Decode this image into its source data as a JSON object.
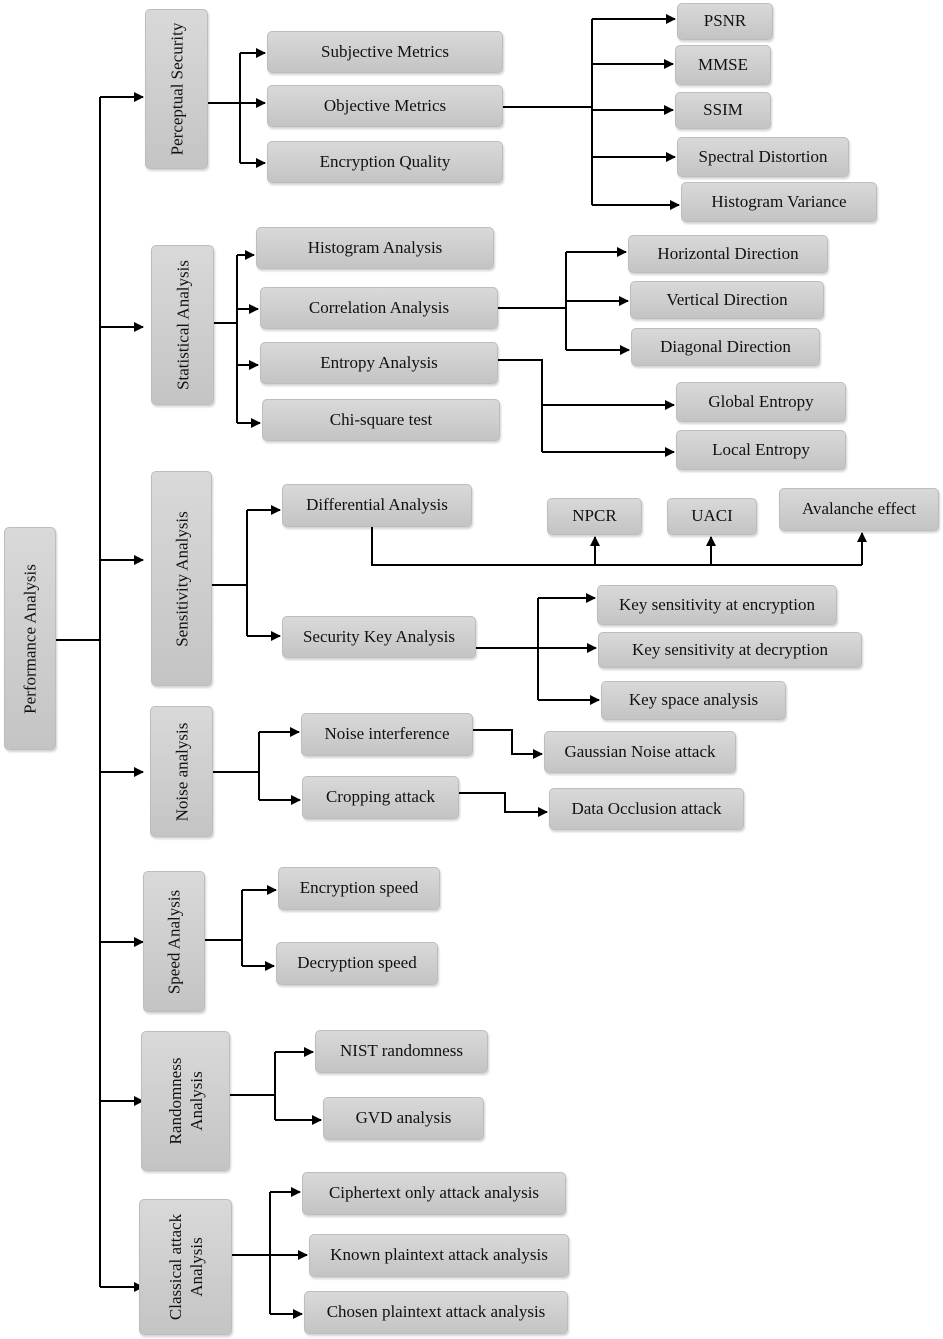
{
  "root": {
    "label": "Performance Analysis"
  },
  "groups": [
    {
      "label": "Perceptual Security",
      "items": [
        "Subjective Metrics",
        "Objective Metrics",
        "Encryption Quality"
      ],
      "subitems": [
        "PSNR",
        "MMSE",
        "SSIM",
        "Spectral Distortion",
        "Histogram Variance"
      ]
    },
    {
      "label": "Statistical Analysis",
      "items": [
        "Histogram Analysis",
        "Correlation Analysis",
        "Entropy Analysis",
        "Chi-square test"
      ],
      "correlation_subitems": [
        "Horizontal Direction",
        "Vertical Direction",
        "Diagonal Direction"
      ],
      "entropy_subitems": [
        "Global Entropy",
        "Local Entropy"
      ]
    },
    {
      "label": "Sensitivity Analysis",
      "items": [
        "Differential Analysis",
        "Security Key Analysis"
      ],
      "differential_subitems": [
        "NPCR",
        "UACI",
        "Avalanche effect"
      ],
      "key_subitems": [
        "Key sensitivity at encryption",
        "Key sensitivity at decryption",
        "Key space analysis"
      ]
    },
    {
      "label": "Noise analysis",
      "items": [
        "Noise interference",
        "Cropping attack"
      ],
      "subitems": [
        "Gaussian Noise attack",
        "Data Occlusion attack"
      ]
    },
    {
      "label": "Speed Analysis",
      "items": [
        "Encryption speed",
        "Decryption speed"
      ]
    },
    {
      "label": "Randomness\nAnalysis",
      "items": [
        "NIST randomness",
        "GVD analysis"
      ]
    },
    {
      "label": "Classical attack\nAnalysis",
      "items": [
        "Ciphertext only attack analysis",
        "Known plaintext attack analysis",
        "Chosen plaintext attack analysis"
      ]
    }
  ]
}
